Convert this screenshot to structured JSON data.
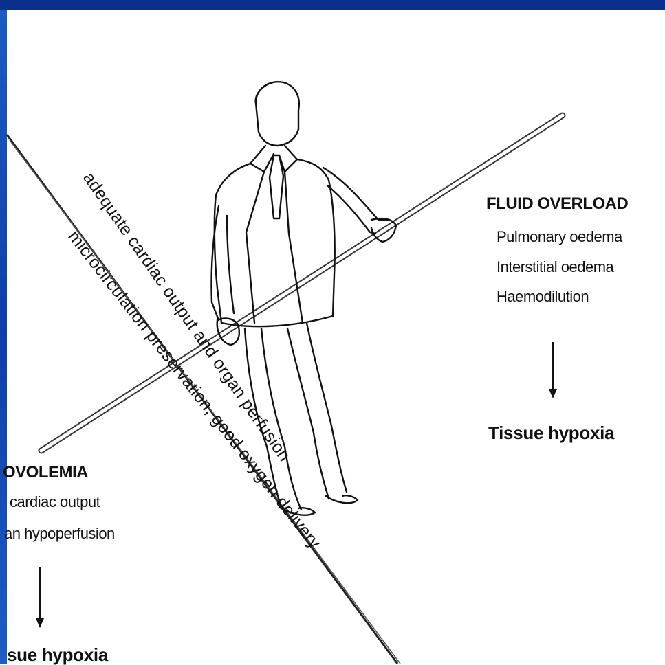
{
  "fluid_overload": {
    "heading": "FLUID OVERLOAD",
    "items": [
      "Pulmonary oedema",
      "Interstitial oedema",
      "Haemodilution"
    ],
    "result": "Tissue hypoxia"
  },
  "hypovolemia": {
    "heading": "OVOLEMIA",
    "items": [
      "cardiac output",
      "an hypoperfusion"
    ],
    "result": "sue hypoxia"
  },
  "rope": {
    "upper_line": "adequate  cardiac  output and  organ  perfusion",
    "lower_line": "microcirculation  preservation, good oxygen delivery"
  },
  "colors": {
    "slide_frame": "#1c5cc8",
    "ink": "#111111",
    "background": "#ffffff"
  }
}
